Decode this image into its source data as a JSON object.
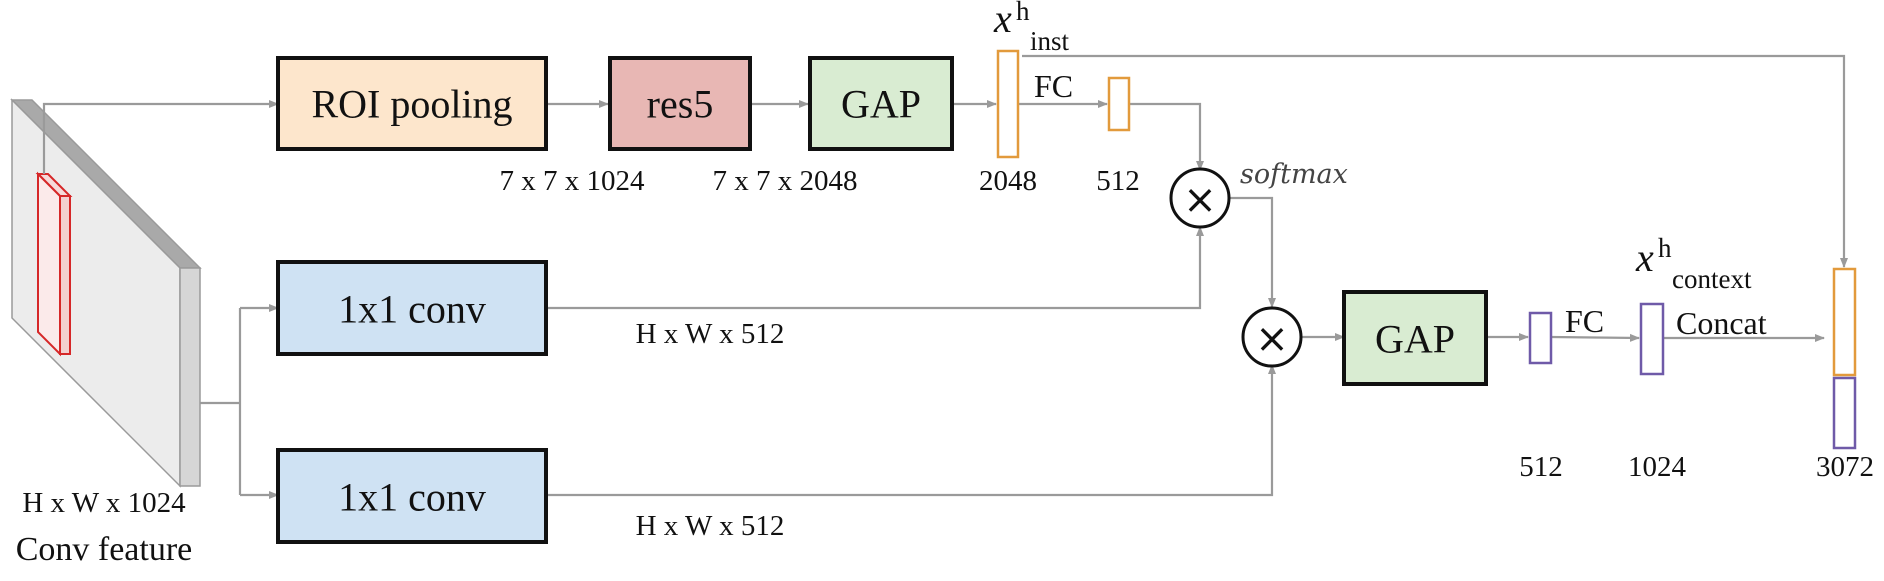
{
  "boxes": {
    "roi": {
      "label": "ROI pooling",
      "fill": "#fde6cc"
    },
    "res5": {
      "label": "res5",
      "fill": "#e8b7b4"
    },
    "gap_top": {
      "label": "GAP",
      "fill": "#d9ecd2"
    },
    "conv_mid": {
      "label": "1x1 conv",
      "fill": "#cfe2f3"
    },
    "conv_bot": {
      "label": "1x1 conv",
      "fill": "#cfe2f3"
    },
    "gap_bottom": {
      "label": "GAP",
      "fill": "#d9ecd2"
    }
  },
  "dims": {
    "roi_out": "7 x 7 x 1024",
    "res5_out": "7 x 7 x 2048",
    "inst_vec": "2048",
    "fc_vec": "512",
    "conv_mid_out": "H x W x 512",
    "conv_bot_out": "H x W x 512",
    "gap_vec": "512",
    "context_vec": "1024",
    "concat_vec": "3072",
    "feature_dim": "H x W x 1024"
  },
  "labels": {
    "conv_feature": "Conv feature",
    "fc_top": "FC",
    "fc_bottom": "FC",
    "concat": "Concat",
    "softmax": "softmax",
    "x_inst_base": "x",
    "x_inst_sup": "h",
    "x_inst_sub": "inst",
    "x_ctx_base": "x",
    "x_ctx_sup": "h",
    "x_ctx_sub": "context",
    "mult_symbol": "×"
  },
  "colors": {
    "orange_vector": "#e29a3c",
    "purple_vector": "#6f5aa8",
    "roi_region": "#d62728",
    "arrow": "#9a9a9a"
  }
}
